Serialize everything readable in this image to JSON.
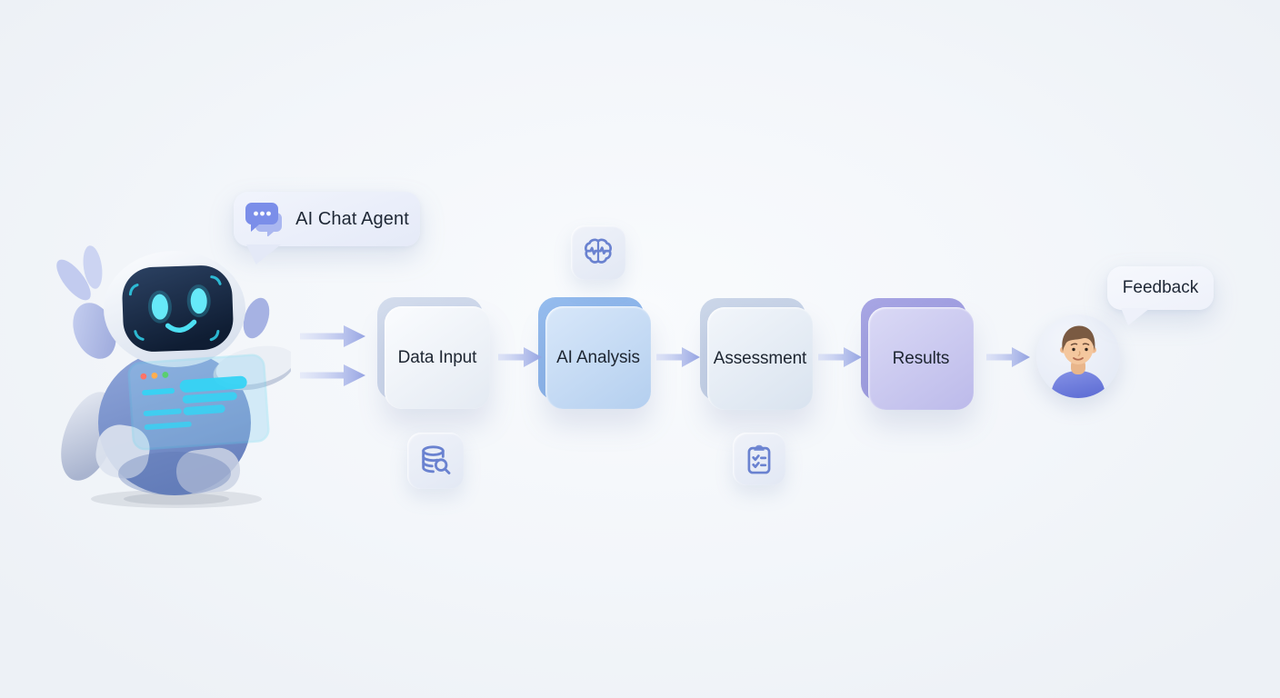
{
  "agent": {
    "label": "AI Chat Agent",
    "icon": "chat-bubbles-icon"
  },
  "flow": {
    "steps": [
      {
        "label": "Data Input",
        "variant": "light",
        "icon": "database-search-icon",
        "icon_position": "below"
      },
      {
        "label": "AI Analysis",
        "variant": "blue",
        "icon": "brain-wave-icon",
        "icon_position": "above"
      },
      {
        "label": "Assessment",
        "variant": "pale",
        "icon": "clipboard-check-icon",
        "icon_position": "below"
      },
      {
        "label": "Results",
        "variant": "purple",
        "icon": null,
        "icon_position": null
      }
    ]
  },
  "user": {
    "label": "Feedback",
    "icon": "user-avatar"
  },
  "colors": {
    "background": "#f3f6fa",
    "text": "#1d2531",
    "arrow": "#9fade6",
    "box_light": "#eef2f8",
    "box_blue": "#c2d8f3",
    "box_pale": "#e4ebf3",
    "box_purple": "#c8c7ee",
    "back_blue": "#8ab3e9",
    "back_purple": "#9e9cdf",
    "icon_stroke": "#6a82d0",
    "holo_cyan": "#3fd4f5",
    "screen_navy": "#14243c"
  }
}
